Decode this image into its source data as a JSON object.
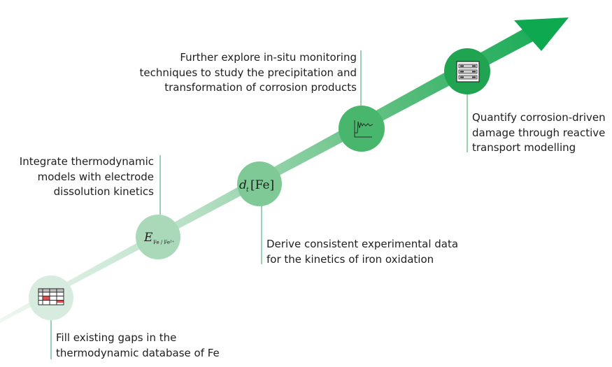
{
  "steps": [
    {
      "id": "database",
      "icon": "table-grid-icon",
      "lines": [
        "Fill existing gaps in the",
        "thermodynamic database of Fe"
      ]
    },
    {
      "id": "thermo-kinetics",
      "icon": "electrode-potential-symbol",
      "symbol": {
        "main": "E",
        "sub": "Fe / Fe²⁺"
      },
      "lines": [
        "Integrate thermodynamic",
        "models with electrode",
        "dissolution kinetics"
      ]
    },
    {
      "id": "experimental",
      "icon": "rate-of-change-symbol",
      "symbol": {
        "main": "d",
        "sub": "t",
        "rest": "[Fe]"
      },
      "lines": [
        "Derive consistent experimental data",
        "for the kinetics of iron oxidation"
      ]
    },
    {
      "id": "in-situ",
      "icon": "signal-waveform-icon",
      "lines": [
        "Further explore in-situ monitoring",
        "techniques to study the precipitation and",
        "transformation of corrosion products"
      ]
    },
    {
      "id": "reactive-transport",
      "icon": "server-rack-icon",
      "lines": [
        "Quantify corrosion-driven",
        "damage through reactive",
        "transport modelling"
      ]
    }
  ],
  "colors": {
    "arrow_start": "#e3f1e8",
    "arrow_end": "#0ea850",
    "connector": "#7ec79b",
    "circles": [
      "#d7ebde",
      "#a9d9b8",
      "#7fc996",
      "#48b66d",
      "#20a452"
    ],
    "icon_stroke": "#2b2b2b",
    "icon_red": "#d9534f"
  }
}
